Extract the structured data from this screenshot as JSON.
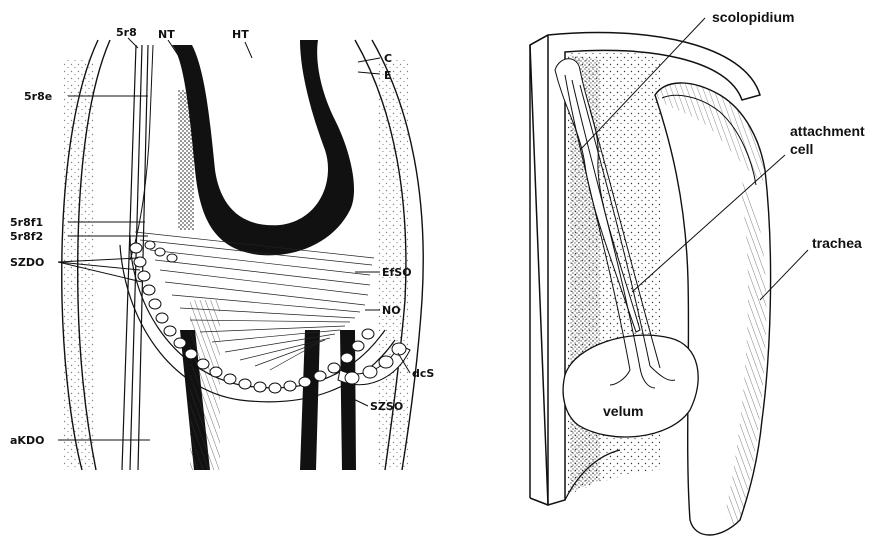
{
  "left_diagram": {
    "labels": {
      "sr8": "5r8",
      "nt": "NT",
      "ht": "HT",
      "c": "C",
      "e": "E",
      "sr8e": "5r8e",
      "sr8f1": "5r8f1",
      "sr8f2": "5r8f2",
      "szdo": "SZDO",
      "efso": "EfSO",
      "no": "NO",
      "dcs": "dcS",
      "szso": "SZSO",
      "akdo": "aKDO"
    }
  },
  "right_diagram": {
    "labels": {
      "scolopidium": "scolopidium",
      "attachment": "attachment",
      "cell": "cell",
      "trachea": "trachea",
      "velum": "velum"
    }
  }
}
